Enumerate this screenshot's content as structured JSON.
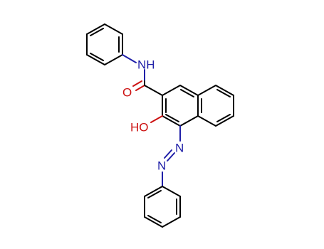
{
  "atoms": {
    "nh": {
      "text": "NH",
      "color": "#1f1fa8"
    },
    "o": {
      "text": "O",
      "color": "#cc1111"
    },
    "ho": {
      "text": "HO",
      "color": "#cc1111"
    },
    "n1": {
      "text": "N",
      "color": "#1f1fa8"
    },
    "n2": {
      "text": "N",
      "color": "#1f1fa8"
    }
  },
  "colors": {
    "bond": "#000000",
    "nitrogen": "#1f1fa8",
    "oxygen": "#cc1111",
    "background": "#ffffff"
  }
}
